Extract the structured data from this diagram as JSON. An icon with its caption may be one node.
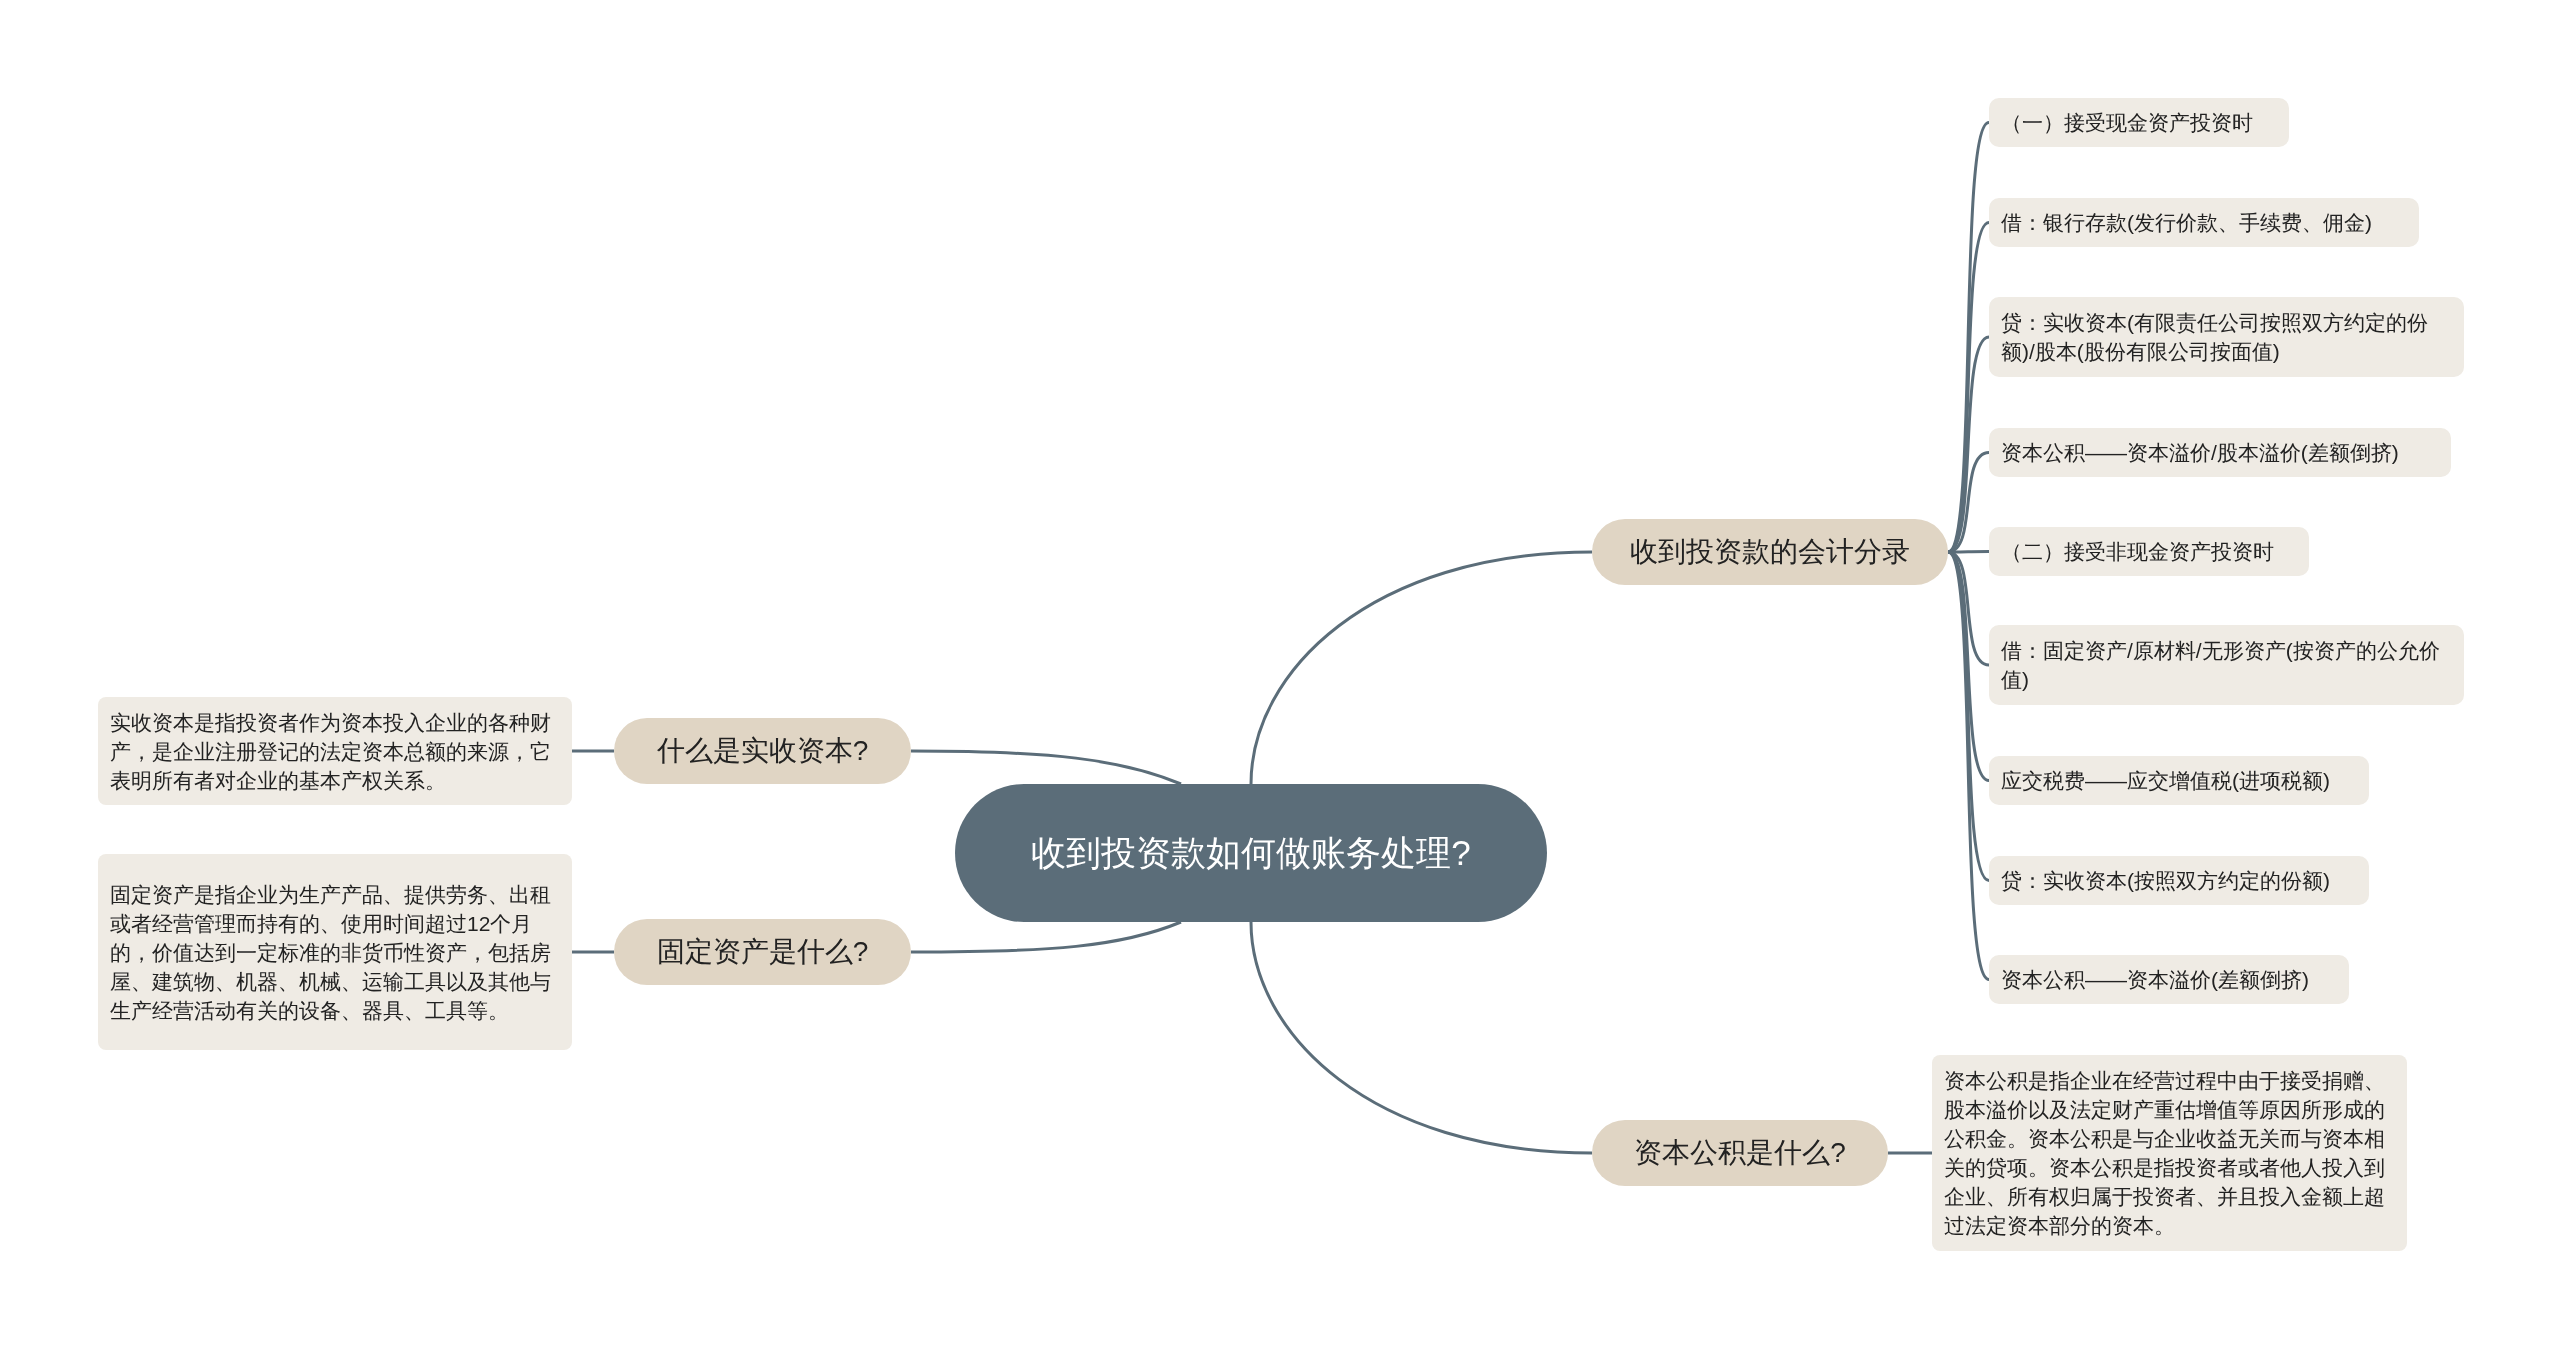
{
  "diagram": {
    "nodes": [
      {
        "text": [
          "收到投资款如何做账务处理?"
        ]
      },
      {
        "text": [
          "收到投资款的会计分录"
        ]
      },
      {
        "text": [
          "（一）接受现金资产投资时"
        ]
      },
      {
        "text": [
          "借：银行存款(发行价款、手续费、佣金)"
        ]
      },
      {
        "text": [
          "贷：实收资本(有限责任公司按照双方约定的份额)/股本(股份有限公司按面值)"
        ]
      },
      {
        "text": [
          "资本公积——资本溢价/股本溢价(差额倒挤)"
        ]
      },
      {
        "text": [
          "（二）接受非现金资产投资时"
        ]
      },
      {
        "text": [
          "借：固定资产/原材料/无形资产(按资产的公允价值)"
        ]
      },
      {
        "text": [
          "应交税费——应交增值税(进项税额)"
        ]
      },
      {
        "text": [
          "贷：实收资本(按照双方约定的份额)"
        ]
      },
      {
        "text": [
          "资本公积——资本溢价(差额倒挤)"
        ]
      },
      {
        "text": [
          "资本公积是什么?"
        ]
      },
      {
        "text": [
          "资本公积是指企业在经营过程中由于接受捐赠、股本溢价以及法定财产重估增值等原因所形成的公积金。资本公积是与企业收益无关而与资本相关的贷项。资本公积是指投资者或者他人投入到企业、所有权归属于投资者、并且投入金额上超过法定资本部分的资本。"
        ]
      },
      {
        "text": [
          "什么是实收资本?"
        ]
      },
      {
        "text": [
          "实收资本是指投资者作为资本投入企业的各种财产，是企业注册登记的法定资本总额的来源，它表明所有者对企业的基本产权关系。"
        ]
      },
      {
        "text": [
          "固定资产是什么?"
        ]
      },
      {
        "text": [
          "固定资产是指企业为生产产品、提供劳务、出租或者经营管理而持有的、使用时间超过12个月的，价值达到一定标准的非货币性资产，包括房屋、建筑物、机器、机械、运输工具以及其他与生产经营活动有关的设备、器具、工具等。"
        ]
      }
    ],
    "edges": [
      {
        "from": 0,
        "to": 1,
        "arrow": "none"
      },
      {
        "from": 1,
        "to": 2,
        "arrow": "none"
      },
      {
        "from": 1,
        "to": 3,
        "arrow": "none"
      },
      {
        "from": 1,
        "to": 4,
        "arrow": "none"
      },
      {
        "from": 1,
        "to": 5,
        "arrow": "none"
      },
      {
        "from": 1,
        "to": 6,
        "arrow": "none"
      },
      {
        "from": 1,
        "to": 7,
        "arrow": "none"
      },
      {
        "from": 1,
        "to": 8,
        "arrow": "none"
      },
      {
        "from": 1,
        "to": 9,
        "arrow": "none"
      },
      {
        "from": 1,
        "to": 10,
        "arrow": "none"
      },
      {
        "from": 0,
        "to": 11,
        "arrow": "none"
      },
      {
        "from": 11,
        "to": 12,
        "arrow": "none"
      },
      {
        "from": 0,
        "to": 13,
        "arrow": "none"
      },
      {
        "from": 13,
        "to": 14,
        "arrow": "none"
      },
      {
        "from": 0,
        "to": 15,
        "arrow": "none"
      },
      {
        "from": 15,
        "to": 16,
        "arrow": "none"
      }
    ]
  }
}
